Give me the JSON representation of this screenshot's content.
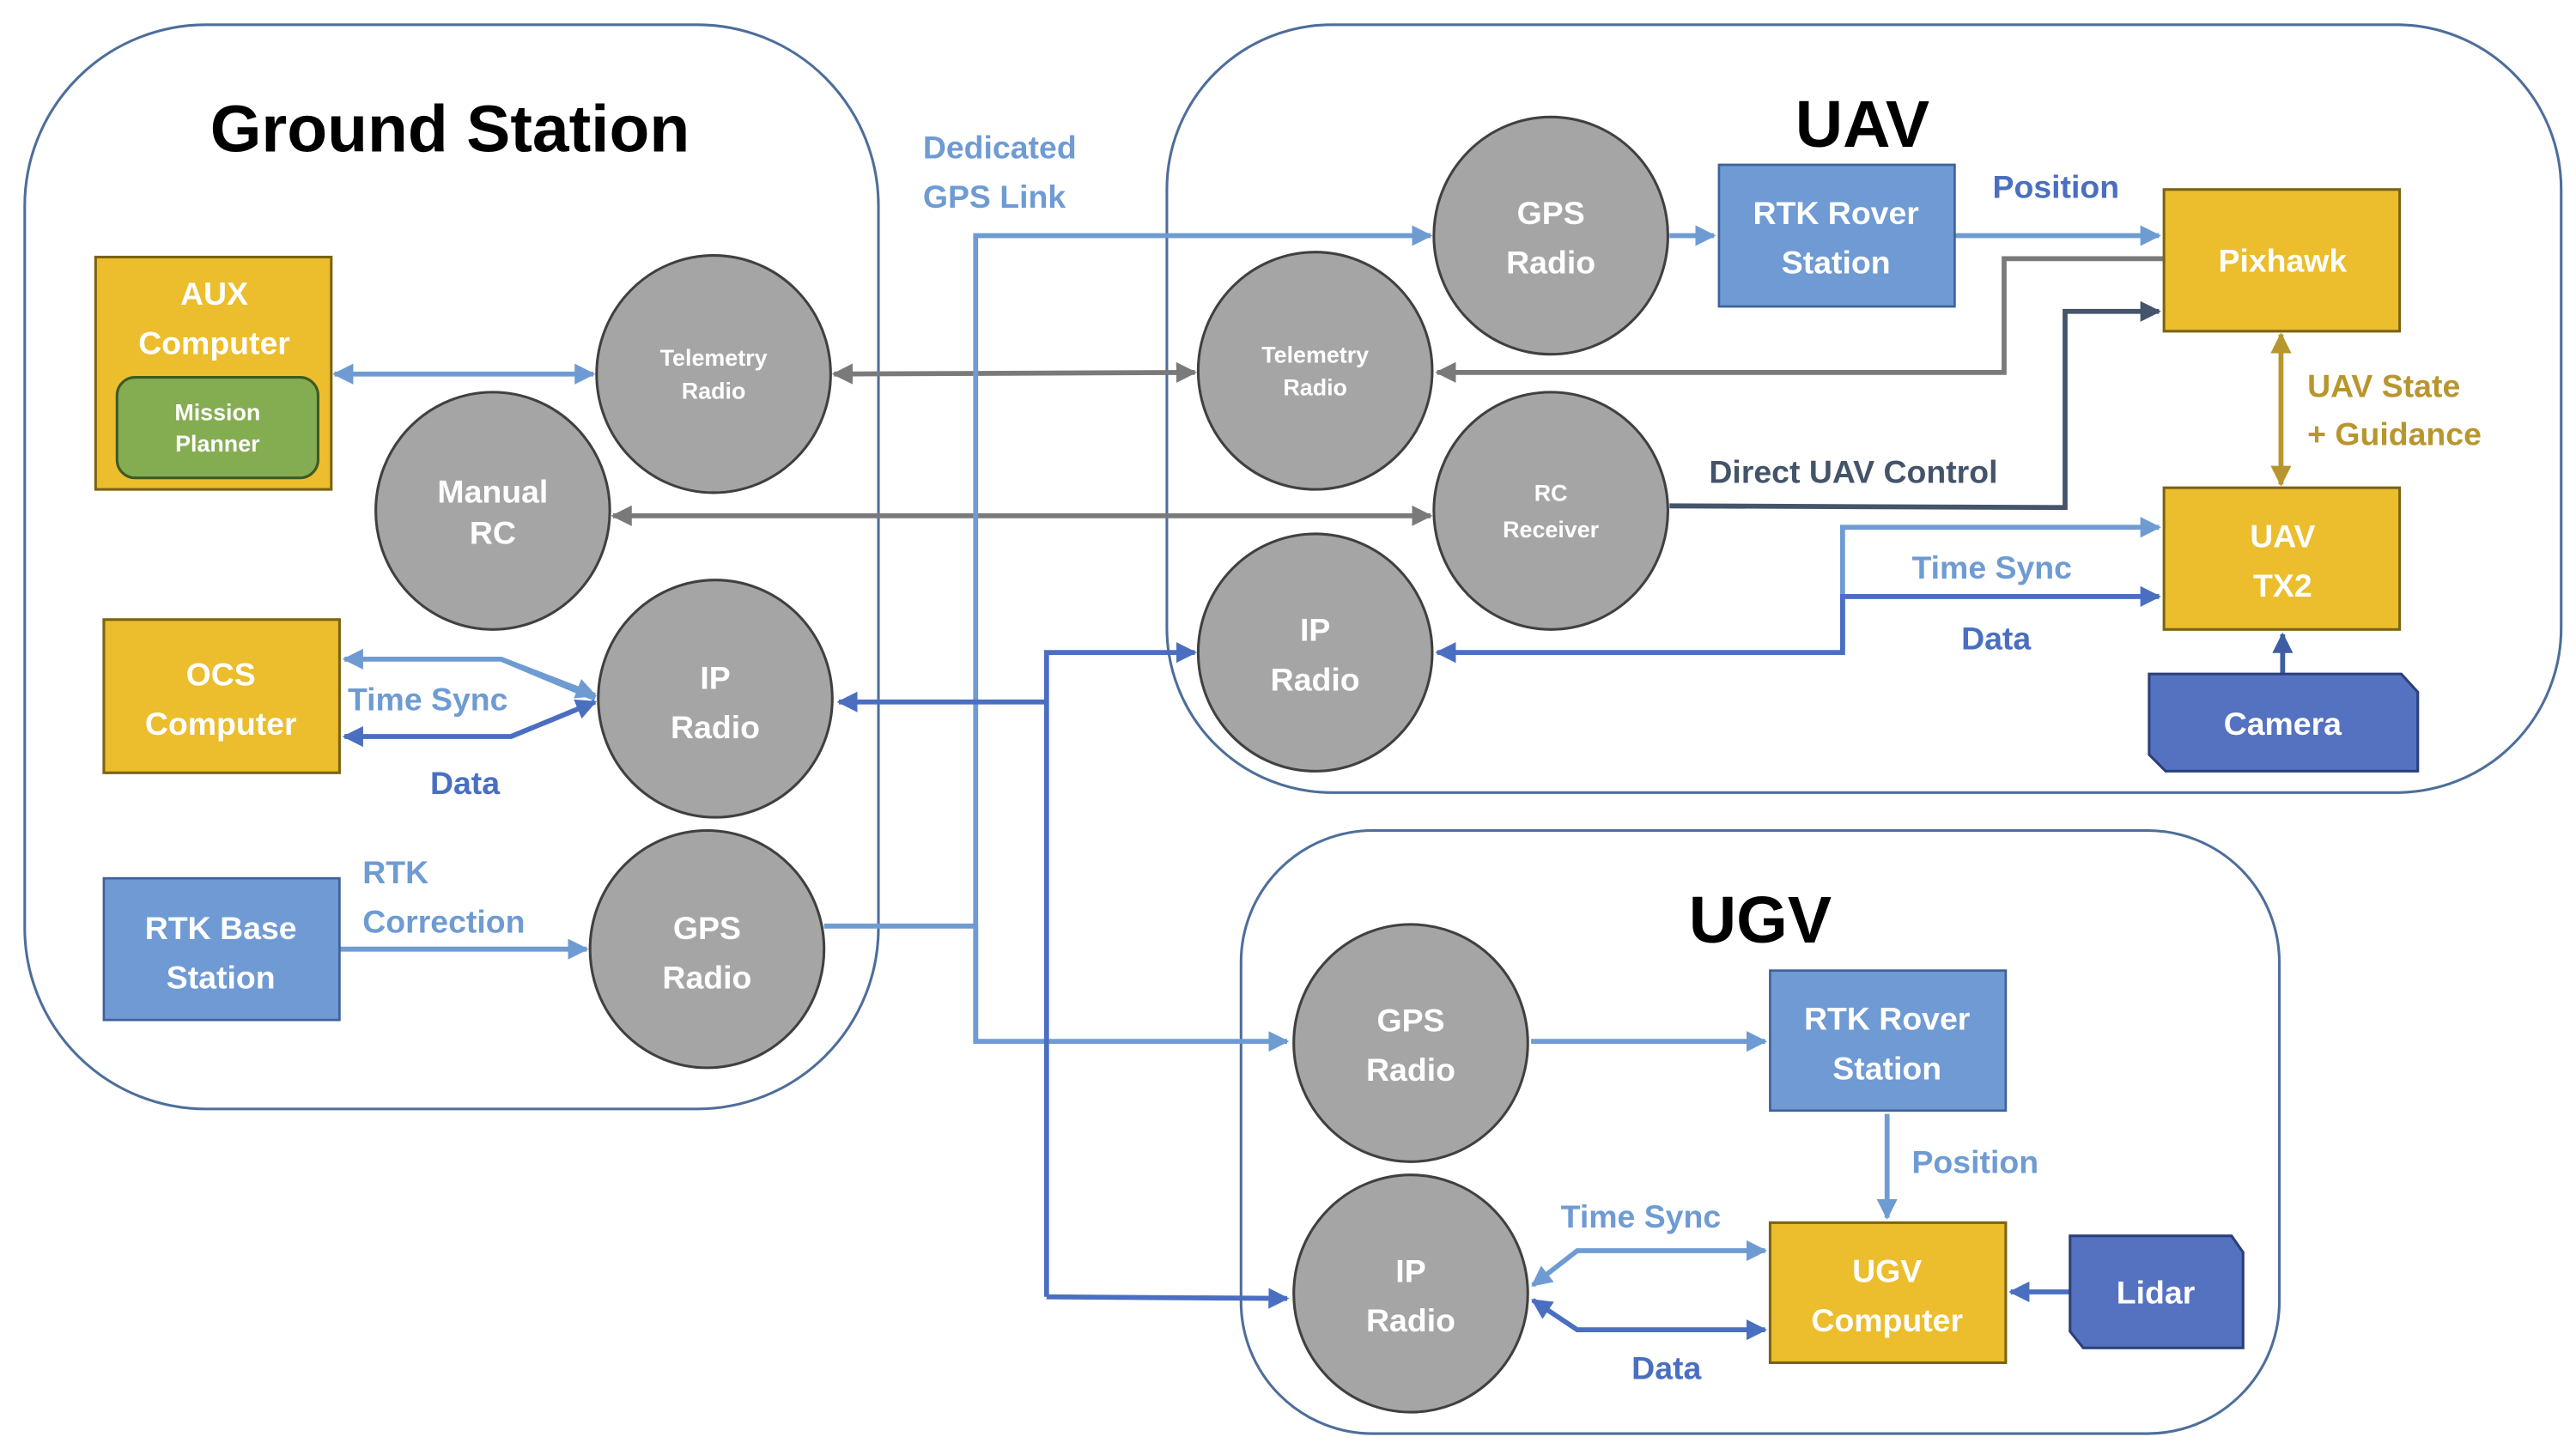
{
  "containers": {
    "ground_station": {
      "title": "Ground Station"
    },
    "uav": {
      "title": "UAV"
    },
    "ugv": {
      "title": "UGV"
    }
  },
  "nodes": {
    "aux_computer": [
      "AUX",
      "Computer"
    ],
    "mission_planner": [
      "Mission",
      "Planner"
    ],
    "gs_telemetry_radio": [
      "Telemetry",
      "Radio"
    ],
    "manual_rc": [
      "Manual",
      "RC"
    ],
    "ocs_computer": [
      "OCS",
      "Computer"
    ],
    "gs_ip_radio": [
      "IP",
      "Radio"
    ],
    "rtk_base_station": [
      "RTK Base",
      "Station"
    ],
    "gs_gps_radio": [
      "GPS",
      "Radio"
    ],
    "uav_gps_radio": [
      "GPS",
      "Radio"
    ],
    "uav_rtk_rover": [
      "RTK Rover",
      "Station"
    ],
    "pixhawk": [
      "Pixhawk"
    ],
    "uav_telemetry_radio": [
      "Telemetry",
      "Radio"
    ],
    "rc_receiver": [
      "RC",
      "Receiver"
    ],
    "uav_ip_radio": [
      "IP",
      "Radio"
    ],
    "uav_tx2": [
      "UAV",
      "TX2"
    ],
    "camera": [
      "Camera"
    ],
    "ugv_gps_radio": [
      "GPS",
      "Radio"
    ],
    "ugv_rtk_rover": [
      "RTK Rover",
      "Station"
    ],
    "ugv_ip_radio": [
      "IP",
      "Radio"
    ],
    "ugv_computer": [
      "UGV",
      "Computer"
    ],
    "lidar": [
      "Lidar"
    ]
  },
  "edge_labels": {
    "dedicated_gps_link": [
      "Dedicated",
      "GPS Link"
    ],
    "gs_time_sync": "Time Sync",
    "gs_data": "Data",
    "rtk_correction": [
      "RTK",
      "Correction"
    ],
    "uav_position": "Position",
    "uav_state_guidance": [
      "UAV State",
      "+ Guidance"
    ],
    "direct_uav_control": "Direct UAV Control",
    "uav_time_sync": "Time Sync",
    "uav_data": "Data",
    "ugv_position": "Position",
    "ugv_time_sync": "Time Sync",
    "ugv_data": "Data"
  },
  "colors": {
    "radio": "#a5a5a5",
    "computer": "#ecbd2c",
    "rtk": "#6f9ad3",
    "sensor": "#5472c0",
    "mission_planner": "#84ad52",
    "link_gps": "#6f9bd3",
    "link_ip": "#4a6fc1",
    "link_telemetry_rc": "#7a7a7a",
    "link_direct_control": "#44546a",
    "link_state_guidance": "#b8962e"
  }
}
